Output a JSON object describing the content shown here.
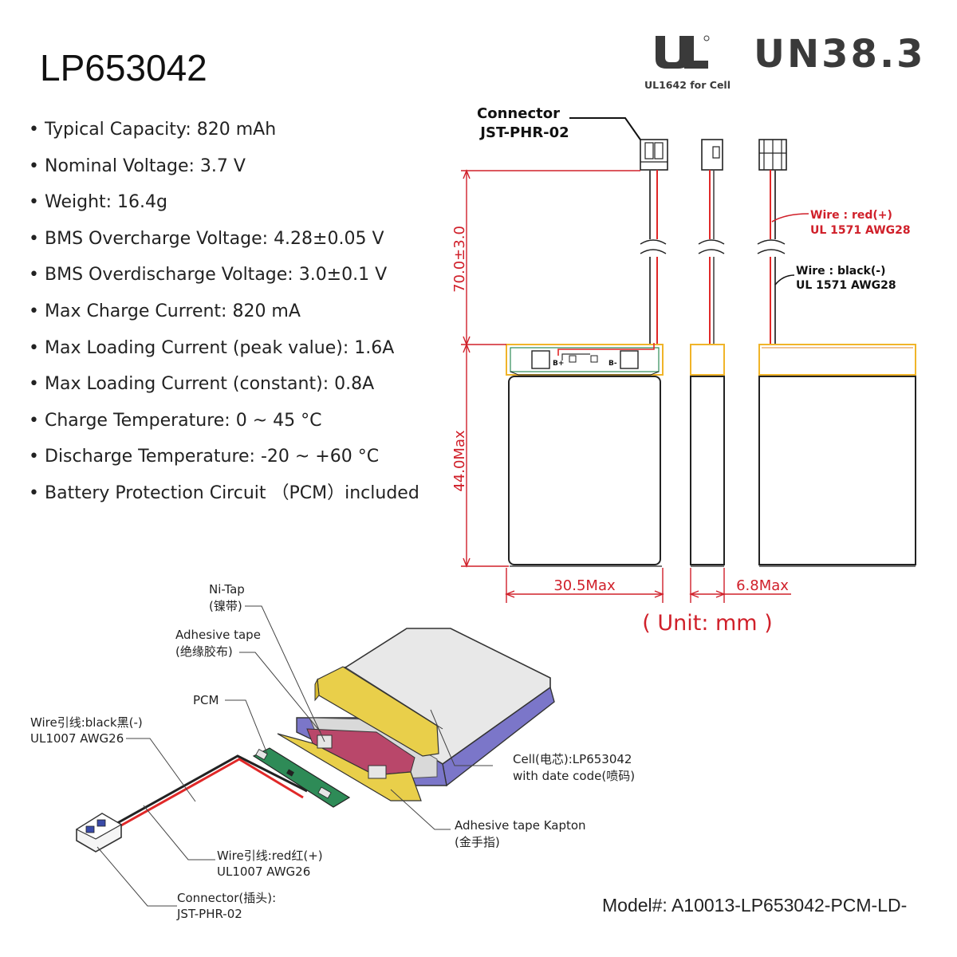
{
  "title": "LP653042",
  "specs": [
    "Typical Capacity: 820 mAh",
    "Nominal Voltage: 3.7 V",
    "Weight: 16.4g",
    "BMS Overcharge Voltage: 4.28±0.05 V",
    "BMS Overdischarge Voltage: 3.0±0.1 V",
    "Max Charge Current: 820 mA",
    "Max Loading Current (peak value): 1.6A",
    "Max Loading Current (constant): 0.8A",
    "Charge Temperature: 0 ~ 45 °C",
    "Discharge Temperature: -20 ~ +60 °C",
    "Battery Protection Circuit （PCM）included"
  ],
  "certifications": {
    "ul_caption": "UL1642 for Cell",
    "un": "UN38.3"
  },
  "top_view": {
    "connector_label_1": "Connector",
    "connector_label_2": "JST-PHR-02",
    "dim_wire_length": "70.0±3.0",
    "dim_height": "44.0Max",
    "dim_width": "30.5Max",
    "dim_thickness": "6.8Max",
    "pad_b_plus": "B+",
    "pad_b_minus": "B-",
    "wire_red_1": "Wire : red(+)",
    "wire_red_2": "UL 1571 AWG28",
    "wire_black_1": "Wire : black(-)",
    "wire_black_2": "UL 1571 AWG28",
    "unit": "( Unit: mm )"
  },
  "exploded_view": {
    "ni_tap_1": "Ni-Tap",
    "ni_tap_2": "(镍带)",
    "adhesive_1": "Adhesive tape",
    "adhesive_2": "(绝缘胶布)",
    "pcm": "PCM",
    "wire_black_1": "Wire引线:black黑(-)",
    "wire_black_2": "UL1007 AWG26",
    "cell_1": "Cell(电芯):LP653042",
    "cell_2": "with date code(喷码)",
    "kapton_1": "Adhesive tape Kapton",
    "kapton_2": "(金手指)",
    "wire_red_1": "Wire引线:red红(+)",
    "wire_red_2": "UL1007 AWG26",
    "connector_1": "Connector(插头):",
    "connector_2": "JST-PHR-02"
  },
  "model": "Model#:  A10013-LP653042-PCM-LD-",
  "colors": {
    "dimension": "#d0202a",
    "outline": "#222222",
    "pcm_yellow": "#f0b429",
    "pcm_green": "#2e8b57",
    "cell_side": "#7b76c9",
    "tape_yellow": "#e9cf4a",
    "kapton": "#b9476a"
  }
}
